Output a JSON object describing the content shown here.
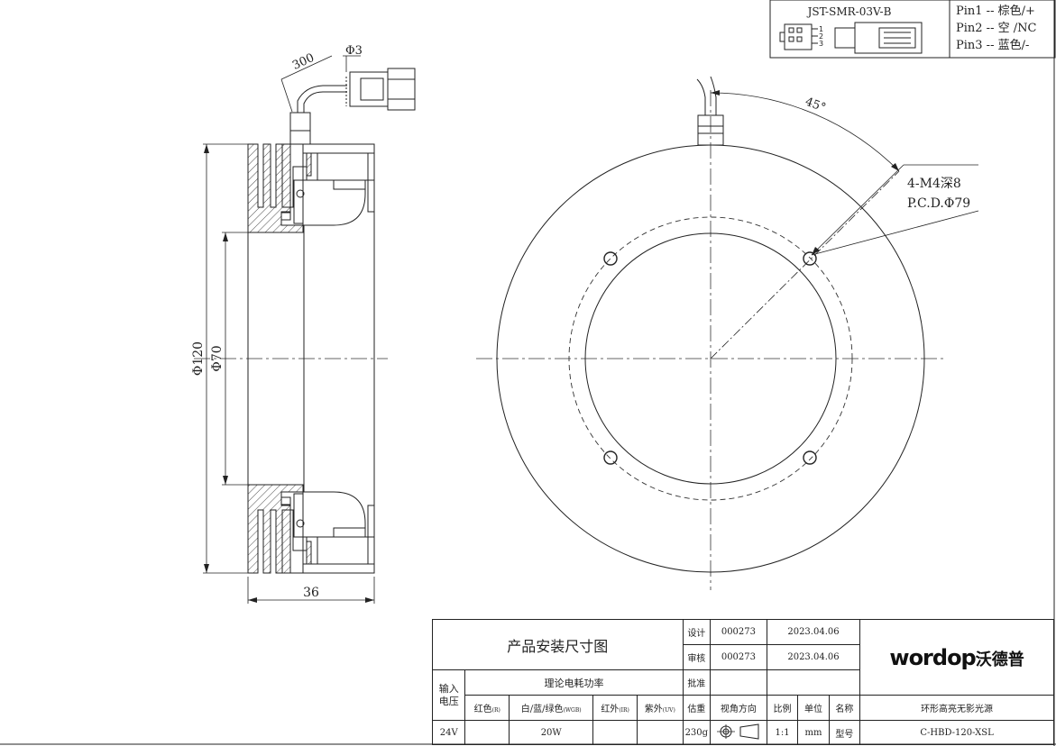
{
  "connector": {
    "model": "JST-SMR-03V-B",
    "pin_numbers": [
      "1",
      "2",
      "3"
    ],
    "pins": [
      "Pin1 -- 棕色/+",
      "Pin2 -- 空 /NC",
      "Pin3 -- 蓝色/-"
    ]
  },
  "side_view": {
    "cable_length": "300",
    "cable_diameter": "Φ3",
    "outer_diameter": "Φ120",
    "inner_diameter": "Φ70",
    "depth": "36"
  },
  "front_view": {
    "angle": "45°",
    "holes": "4-M4深8",
    "pcd": "P.C.D.Φ79"
  },
  "title_block": {
    "drawing_title": "产品安装尺寸图",
    "design_label": "设计",
    "design_id": "000273",
    "design_date": "2023.04.06",
    "review_label": "审核",
    "review_id": "000273",
    "review_date": "2023.04.06",
    "approve_label": "批准",
    "logo_latin": "wordop",
    "logo_cn": "沃德普",
    "input_voltage_label": "输入电压",
    "power_label": "理论电耗功率",
    "red_label": "红色",
    "red_sub": "(R)",
    "rgb_label": "白/蓝/绿色",
    "rgb_sub": "(WGB)",
    "ir_label": "红外",
    "ir_sub": "(IR)",
    "uv_label": "紫外",
    "uv_sub": "(UV)",
    "weight_label": "估重",
    "view_label": "视角方向",
    "scale_label": "比例",
    "unit_label": "单位",
    "name_label": "名称",
    "name_value": "环形高亮无影光源",
    "voltage_value": "24V",
    "power_value": "20W",
    "weight_value": "230g",
    "scale_value": "1:1",
    "unit_value": "mm",
    "model_label": "型号",
    "model_value": "C-HBD-120-XSL"
  }
}
